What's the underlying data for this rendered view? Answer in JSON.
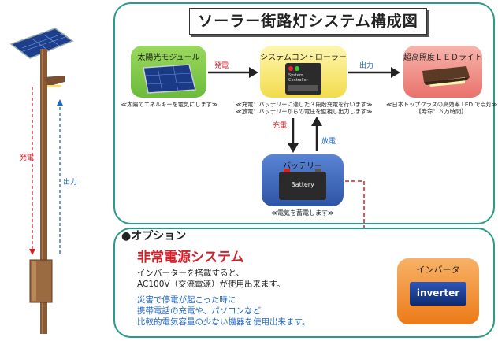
{
  "title": "ソーラー街路灯システム構成図",
  "pole": {
    "label_charge": "発電",
    "label_output": "出力"
  },
  "nodes": {
    "solar": {
      "label": "太陽光モジュール",
      "caption": "≪太陽のエネルギーを電気にします≫"
    },
    "controller": {
      "label": "システムコントローラー",
      "screen_text": "System Controller",
      "caption_1": "≪充電：バッテリーに適した３段階充電を行います≫",
      "caption_2": "≪放電：バッテリーからの電圧を監視し出力します≫"
    },
    "light": {
      "label": "超高照度ＬＥＤライト",
      "caption_1": "≪日本トップクラスの高効率 LED で点灯≫",
      "caption_2": "【寿命：６万時間】"
    },
    "battery": {
      "label": "バッテリー",
      "body_text": "Battery",
      "caption": "≪電気を蓄電します≫"
    },
    "inverter": {
      "label": "インバータ",
      "body_text": "inverter"
    }
  },
  "arrows": {
    "solar_to_controller": "発電",
    "controller_to_light": "出力",
    "controller_to_battery": "充電",
    "battery_to_controller": "放電"
  },
  "option": {
    "header": "●オプション",
    "system_name": "非常電源システム",
    "line_1": "インバーターを搭載すると、",
    "line_2": "AC100V（交流電源）が使用出来ます。",
    "note_1": "災害で停電が起こった時に",
    "note_2": "携帯電話の充電や、パソコンなど",
    "note_3": "比較的電気容量の少ない機器を使用出来ます。"
  },
  "colors": {
    "panel_border": "#2a9a8a",
    "red_arrow": "#d3202a",
    "blue_arrow": "#1f66c2",
    "solar_node": "#7ac943",
    "controller_node": "#f7e463",
    "light_node": "#ef8f8a",
    "battery_node": "#3a62b5",
    "inverter_node": "#f08a24"
  }
}
